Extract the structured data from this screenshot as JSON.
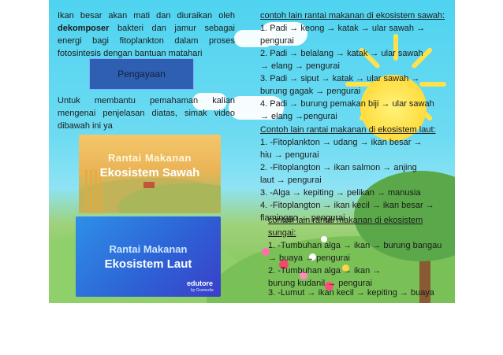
{
  "left_column": {
    "intro_text_1": "Ikan besar akan mati dan diuraikan oleh",
    "intro_bold": "dekomposer",
    "intro_text_2": "bakteri dan jamur sebagai energi bagi fitoplankton dalam proses fotosintesis dengan bantuan matahari",
    "button_label": "Pengayaan",
    "help_text": "Untuk membantu pemahaman kalian mengenai penjelasan diatas, simak video dibawah ini ya",
    "video_sawah": {
      "line1": "Rantai Makanan",
      "line2": "Ekosistem Sawah"
    },
    "video_laut": {
      "line1": "Rantai Makanan",
      "line2": "Ekosistem Laut",
      "brand": "edutore",
      "brand_sub": "by Gramedia"
    }
  },
  "sawah": {
    "heading": "contoh lain rantai makanan di ekosistem sawah:",
    "items": [
      "1.    Padi → keong → katak → ular sawah → pengurai",
      "2.    Padi → belalang → katak → ular sawah → elang → pengurai",
      "3.    Padi → siput → katak → ular sawah → burung gagak → pengurai",
      "4.    Padi → burung pemakan biji → ular sawah → elang →pengurai"
    ]
  },
  "laut": {
    "heading": "Contoh lain rantai makanan di ekosistem laut:",
    "items": [
      "1.    -Fitoplankton → udang → ikan besar → hiu → pengurai",
      "2.    -Fitoplangton → ikan salmon → anjing laut → pengurai",
      "3.    -Alga → kepiting → pelikan → manusia",
      "4.    -Fitoplangton → ikan kecil → ikan besar → flaminggo → pengurai"
    ]
  },
  "sungai": {
    "heading": "contoh lain rantai makanan di ekosistem sungai:",
    "items": [
      "1.    -Tumbuhan alga → ikan → burung bangau → buaya → pengurai",
      "2.    -Tumbuhan alga → ikan → burung kudanil → pengurai",
      "3.    -Lumut → ikan kecil → kepiting → buaya"
    ]
  },
  "colors": {
    "sky": "#4fd3f0",
    "grass": "#7bbf4e",
    "button": "#2f5fb0",
    "sun": "#ffe14a"
  }
}
